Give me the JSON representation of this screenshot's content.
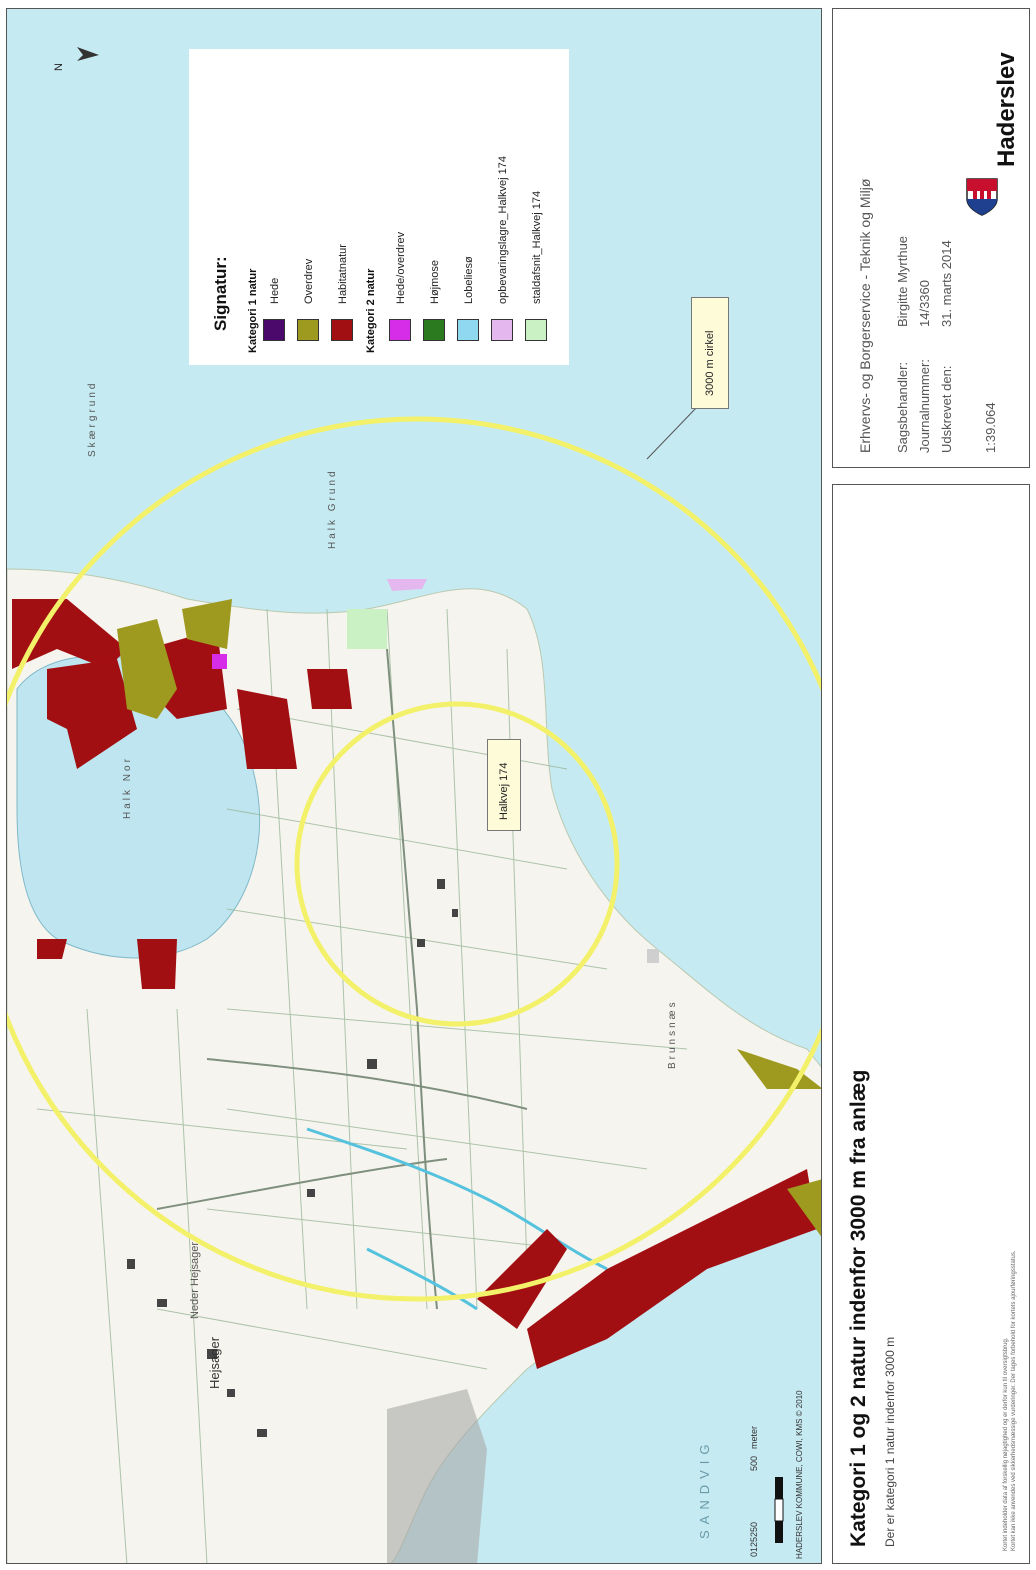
{
  "map": {
    "north_label": "N",
    "legend": {
      "title": "Signatur:",
      "group1": "Kategori 1 natur",
      "group2": "Kategori 2 natur",
      "items1": [
        {
          "label": "Hede",
          "color": "#4b0a6b"
        },
        {
          "label": "Overdrev",
          "color": "#9e9a1f"
        },
        {
          "label": "Habitatnatur",
          "color": "#a20f12"
        }
      ],
      "items2": [
        {
          "label": "Hede/overdrev",
          "color": "#d62ee8"
        },
        {
          "label": "Højmose",
          "color": "#2c7a1f"
        },
        {
          "label": "Lobeliesø",
          "color": "#8fd8f0"
        },
        {
          "label": "opbevaringslagre_Halkvej 174",
          "color": "#e4b8ee"
        },
        {
          "label": "staldafsnit_Halkvej 174",
          "color": "#c9f1c4"
        }
      ]
    },
    "callouts": {
      "circle_label": "3000 m cirkel",
      "site_label": "Halkvej 174"
    },
    "place_labels": {
      "town": "Hejsager",
      "village": "Neder Hejsager",
      "grund": "Halk Grund",
      "noor": "Halk Nor",
      "sea": "SANDVIG",
      "strand": "Brunsnæs",
      "skeer": "Skærgrund"
    },
    "scale_bar": {
      "ticks": "0125250",
      "dist": "500",
      "unit": "meter"
    },
    "credit": "HADERSLEV KOMMUNE, COWI, KMS © 2010"
  },
  "info": {
    "department": "Erhvervs- og Borgerservice - Teknik og Miljø",
    "rows": [
      {
        "key": "Sagsbehandler:",
        "value": "Birgitte Myrthue"
      },
      {
        "key": "Journalnummer:",
        "value": "14/3360"
      },
      {
        "key": "Udskrevet den:",
        "value": "31. marts 2014"
      }
    ],
    "scale": "1:39.064",
    "logo_text": "Haderslev"
  },
  "document": {
    "title": "Kategori 1 og 2 natur indenfor 3000 m fra anlæg",
    "subtitle": "Der er kategori 1 natur indenfor 3000 m",
    "disclaimer_line1": "Kortet indeholder data af forskellig nøjagtighed og er derfor kun til oversigtsbrug.",
    "disclaimer_line2": "Kortet kan ikke anvendes ved sikkerhedsmæssige vurderinger. Der tages forbehold for kortets ajourføringsstatus."
  }
}
